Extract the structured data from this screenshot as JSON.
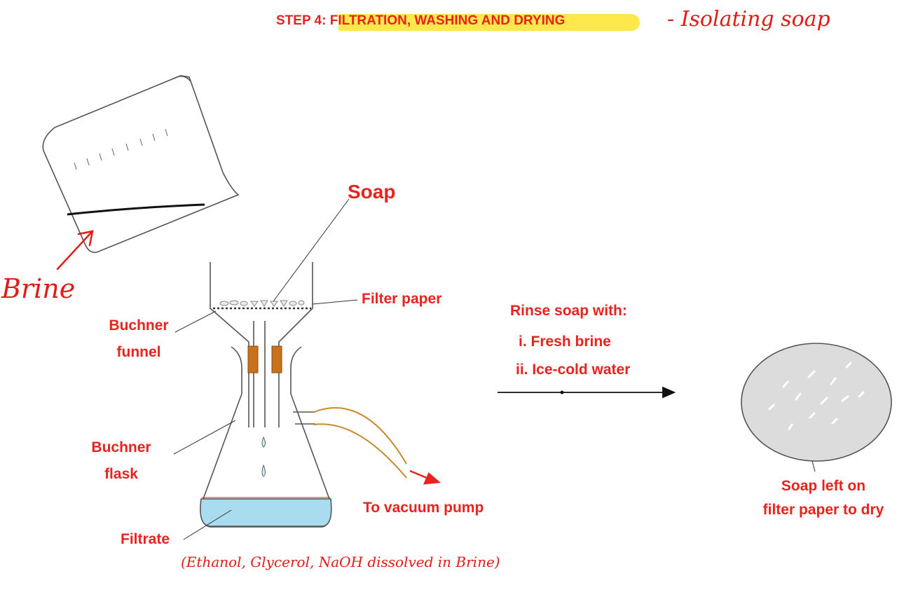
{
  "title": {
    "prefix": "STEP 4: ",
    "main": "FILTRATION, WASHING AND DRYING",
    "annotation": "- Isolating soap"
  },
  "labels": {
    "soap": "Soap",
    "filter_paper": "Filter paper",
    "buchner_funnel_line1": "Buchner",
    "buchner_funnel_line2": "funnel",
    "buchner_flask_line1": "Buchner",
    "buchner_flask_line2": "flask",
    "filtrate": "Filtrate",
    "vacuum": "To vacuum pump",
    "brine": "Brine",
    "filtrate_note": "(Ethanol, Glycerol, NaOH dissolved in Brine)"
  },
  "rinse": {
    "heading": "Rinse soap with:",
    "step1": "i. Fresh brine",
    "step2": "ii. Ice-cold water"
  },
  "result": {
    "line1": "Soap left on",
    "line2": "filter paper to dry"
  },
  "colors": {
    "label_red": "#e8231f",
    "highlight": "#ffe94a",
    "filtrate_blue": "#a9dcef",
    "stopper": "#c8731c",
    "tube": "#c98a2a",
    "dish_fill": "#dcdcdc"
  }
}
